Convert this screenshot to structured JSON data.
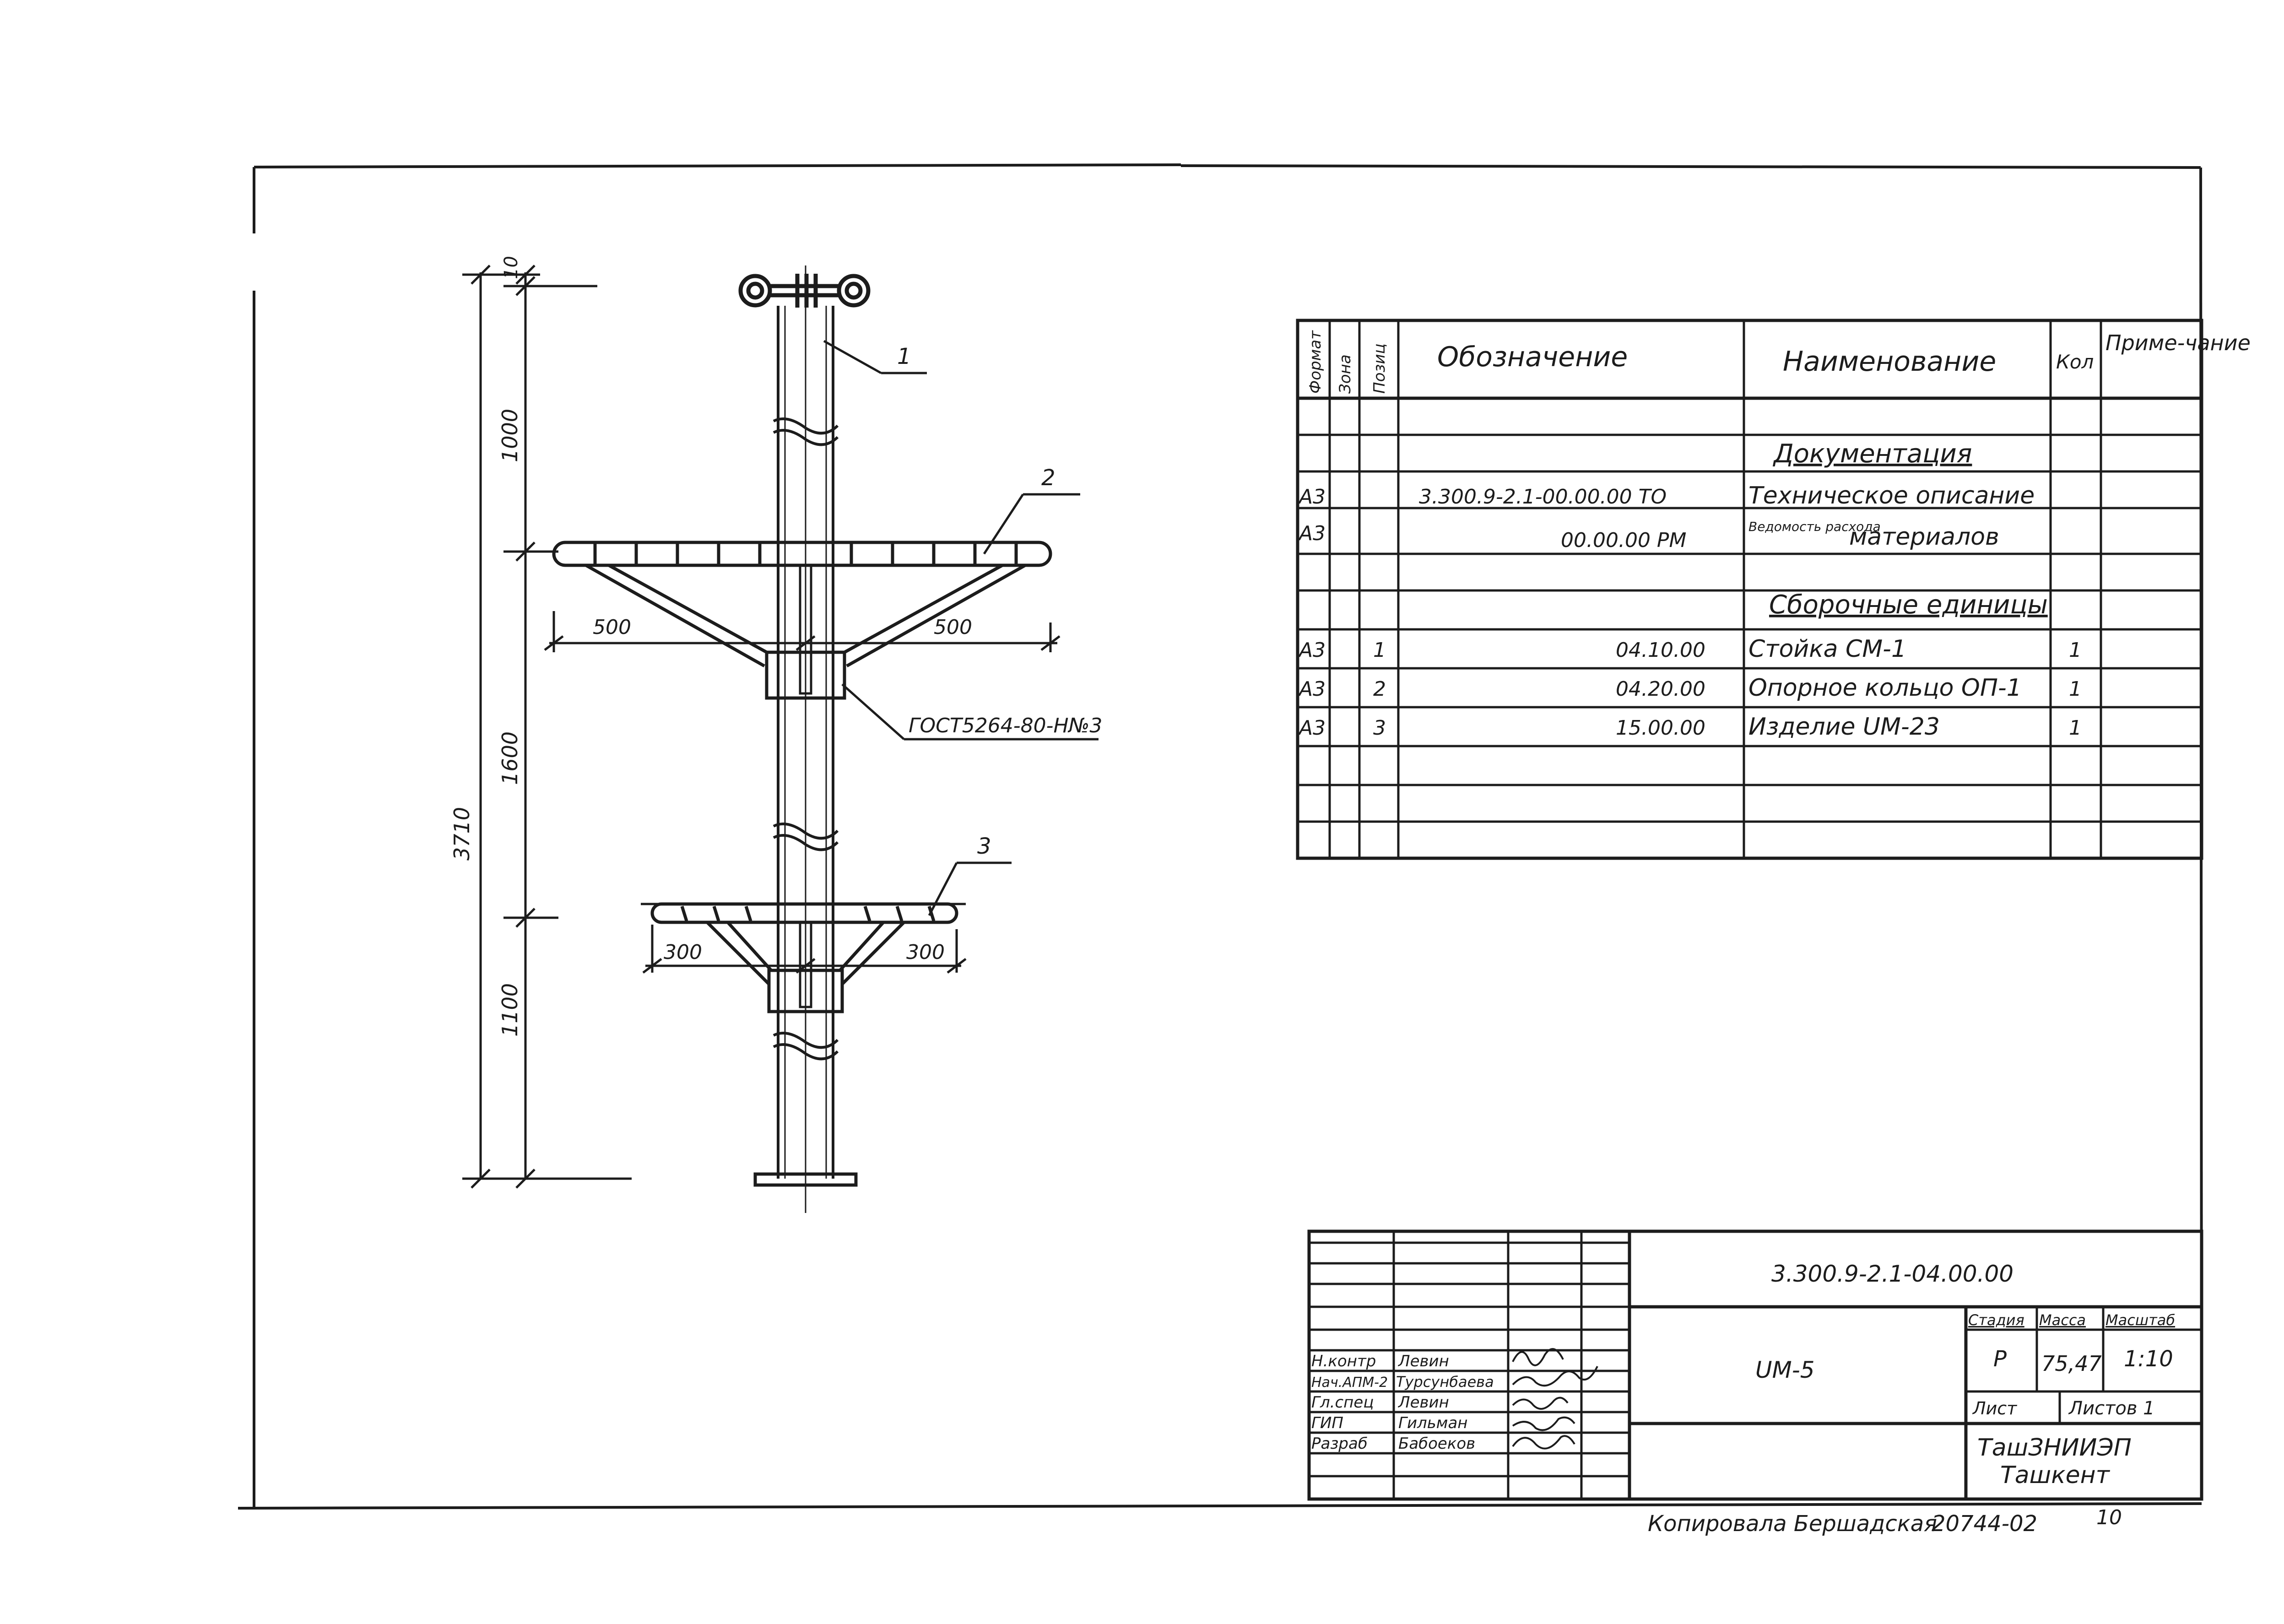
{
  "drawing": {
    "dims_vertical": {
      "total": "3710",
      "top": "10",
      "segment_1": "1000",
      "segment_2": "1600",
      "segment_3": "1100"
    },
    "dims_horizontal": {
      "upper_left": "500",
      "upper_right": "500",
      "lower_left": "300",
      "lower_right": "300"
    },
    "callouts": {
      "pos_1": "1",
      "pos_2": "2",
      "pos_3": "3",
      "weld": "ГОСТ5264-80-Н№3"
    }
  },
  "spec_table": {
    "headers": {
      "format": "Формат",
      "zone": "Зона",
      "position": "Позиц",
      "designation": "Обозначение",
      "name": "Наименование",
      "qty": "Кол",
      "note": "Приме-чание"
    },
    "sections": {
      "documentation": "Документация",
      "assemblies": "Сборочные единицы"
    },
    "rows": [
      {
        "format": "А3",
        "pos": "",
        "designation": "3.300.9-2.1-00.00.00 ТО",
        "name": "Техническое описание",
        "qty": ""
      },
      {
        "format": "А3",
        "pos": "",
        "designation": "00.00.00 РМ",
        "name_small": "Ведомость расхода",
        "name": "материалов",
        "qty": ""
      },
      {
        "format": "А3",
        "pos": "1",
        "designation": "04.10.00",
        "name": "Стойка СМ-1",
        "qty": "1"
      },
      {
        "format": "А3",
        "pos": "2",
        "designation": "04.20.00",
        "name": "Опорное кольцо ОП-1",
        "qty": "1"
      },
      {
        "format": "А3",
        "pos": "3",
        "designation": "15.00.00",
        "name": "Изделие UМ-23",
        "qty": "1"
      }
    ]
  },
  "title_block": {
    "document_code": "3.300.9-2.1-04.00.00",
    "product": "UМ-5",
    "stage_header": "Стадия",
    "mass_header": "Масса",
    "scale_header": "Масштаб",
    "stage": "Р",
    "mass": "75,47",
    "scale": "1:10",
    "sheet_label": "Лист",
    "sheets_label": "Листов 1",
    "org_line1": "ТашЗНИИЭП",
    "org_line2": "Ташкент",
    "signatures": [
      {
        "role": "Н.контр",
        "name": "Левин"
      },
      {
        "role": "Нач.АПМ-2",
        "name": "Турсунбаева"
      },
      {
        "role": "Гл.спец",
        "name": "Левин"
      },
      {
        "role": "ГИП",
        "name": "Гильман"
      },
      {
        "role": "Разраб",
        "name": "Бабоеков"
      }
    ]
  },
  "footer": {
    "copied_by": "Копировала Бершадская",
    "copy_number": "20744-02",
    "sheet_number": "10"
  }
}
